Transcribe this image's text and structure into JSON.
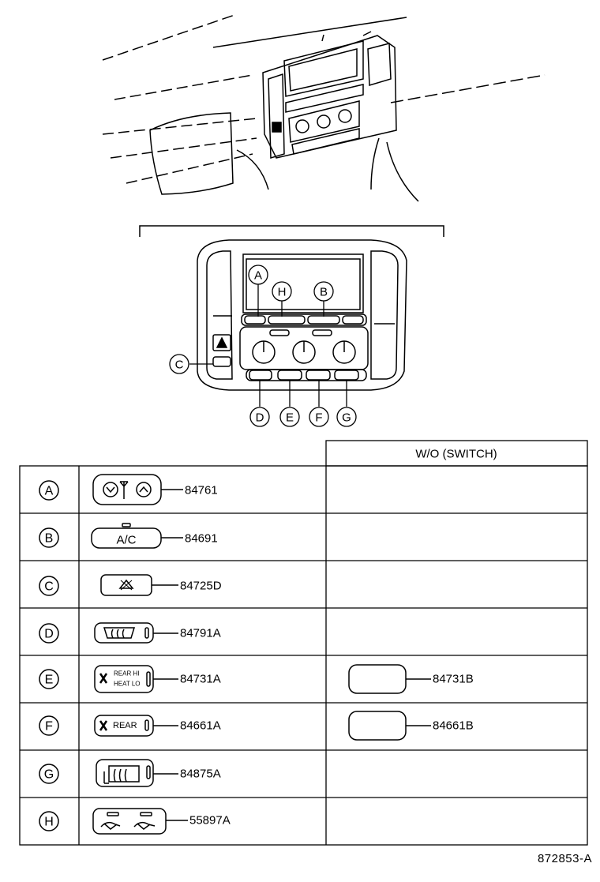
{
  "table": {
    "wo_header": "W/O (SWITCH)",
    "rows": [
      {
        "letter": "A",
        "part": "84761",
        "wo_part": ""
      },
      {
        "letter": "B",
        "part": "84691",
        "wo_part": ""
      },
      {
        "letter": "C",
        "part": "84725D",
        "wo_part": ""
      },
      {
        "letter": "D",
        "part": "84791A",
        "wo_part": ""
      },
      {
        "letter": "E",
        "part": "84731A",
        "wo_part": "84731B"
      },
      {
        "letter": "F",
        "part": "84661A",
        "wo_part": "84661B"
      },
      {
        "letter": "G",
        "part": "84875A",
        "wo_part": ""
      },
      {
        "letter": "H",
        "part": "55897A",
        "wo_part": ""
      }
    ]
  },
  "switch_labels": {
    "ac": "A/C",
    "rear_hi": "REAR HI",
    "heat_lo": "HEAT LO",
    "rear": "REAR"
  },
  "callouts": {
    "a": "A",
    "b": "B",
    "c": "C",
    "d": "D",
    "e": "E",
    "f": "F",
    "g": "G",
    "h": "H"
  },
  "reference": "872853-A"
}
